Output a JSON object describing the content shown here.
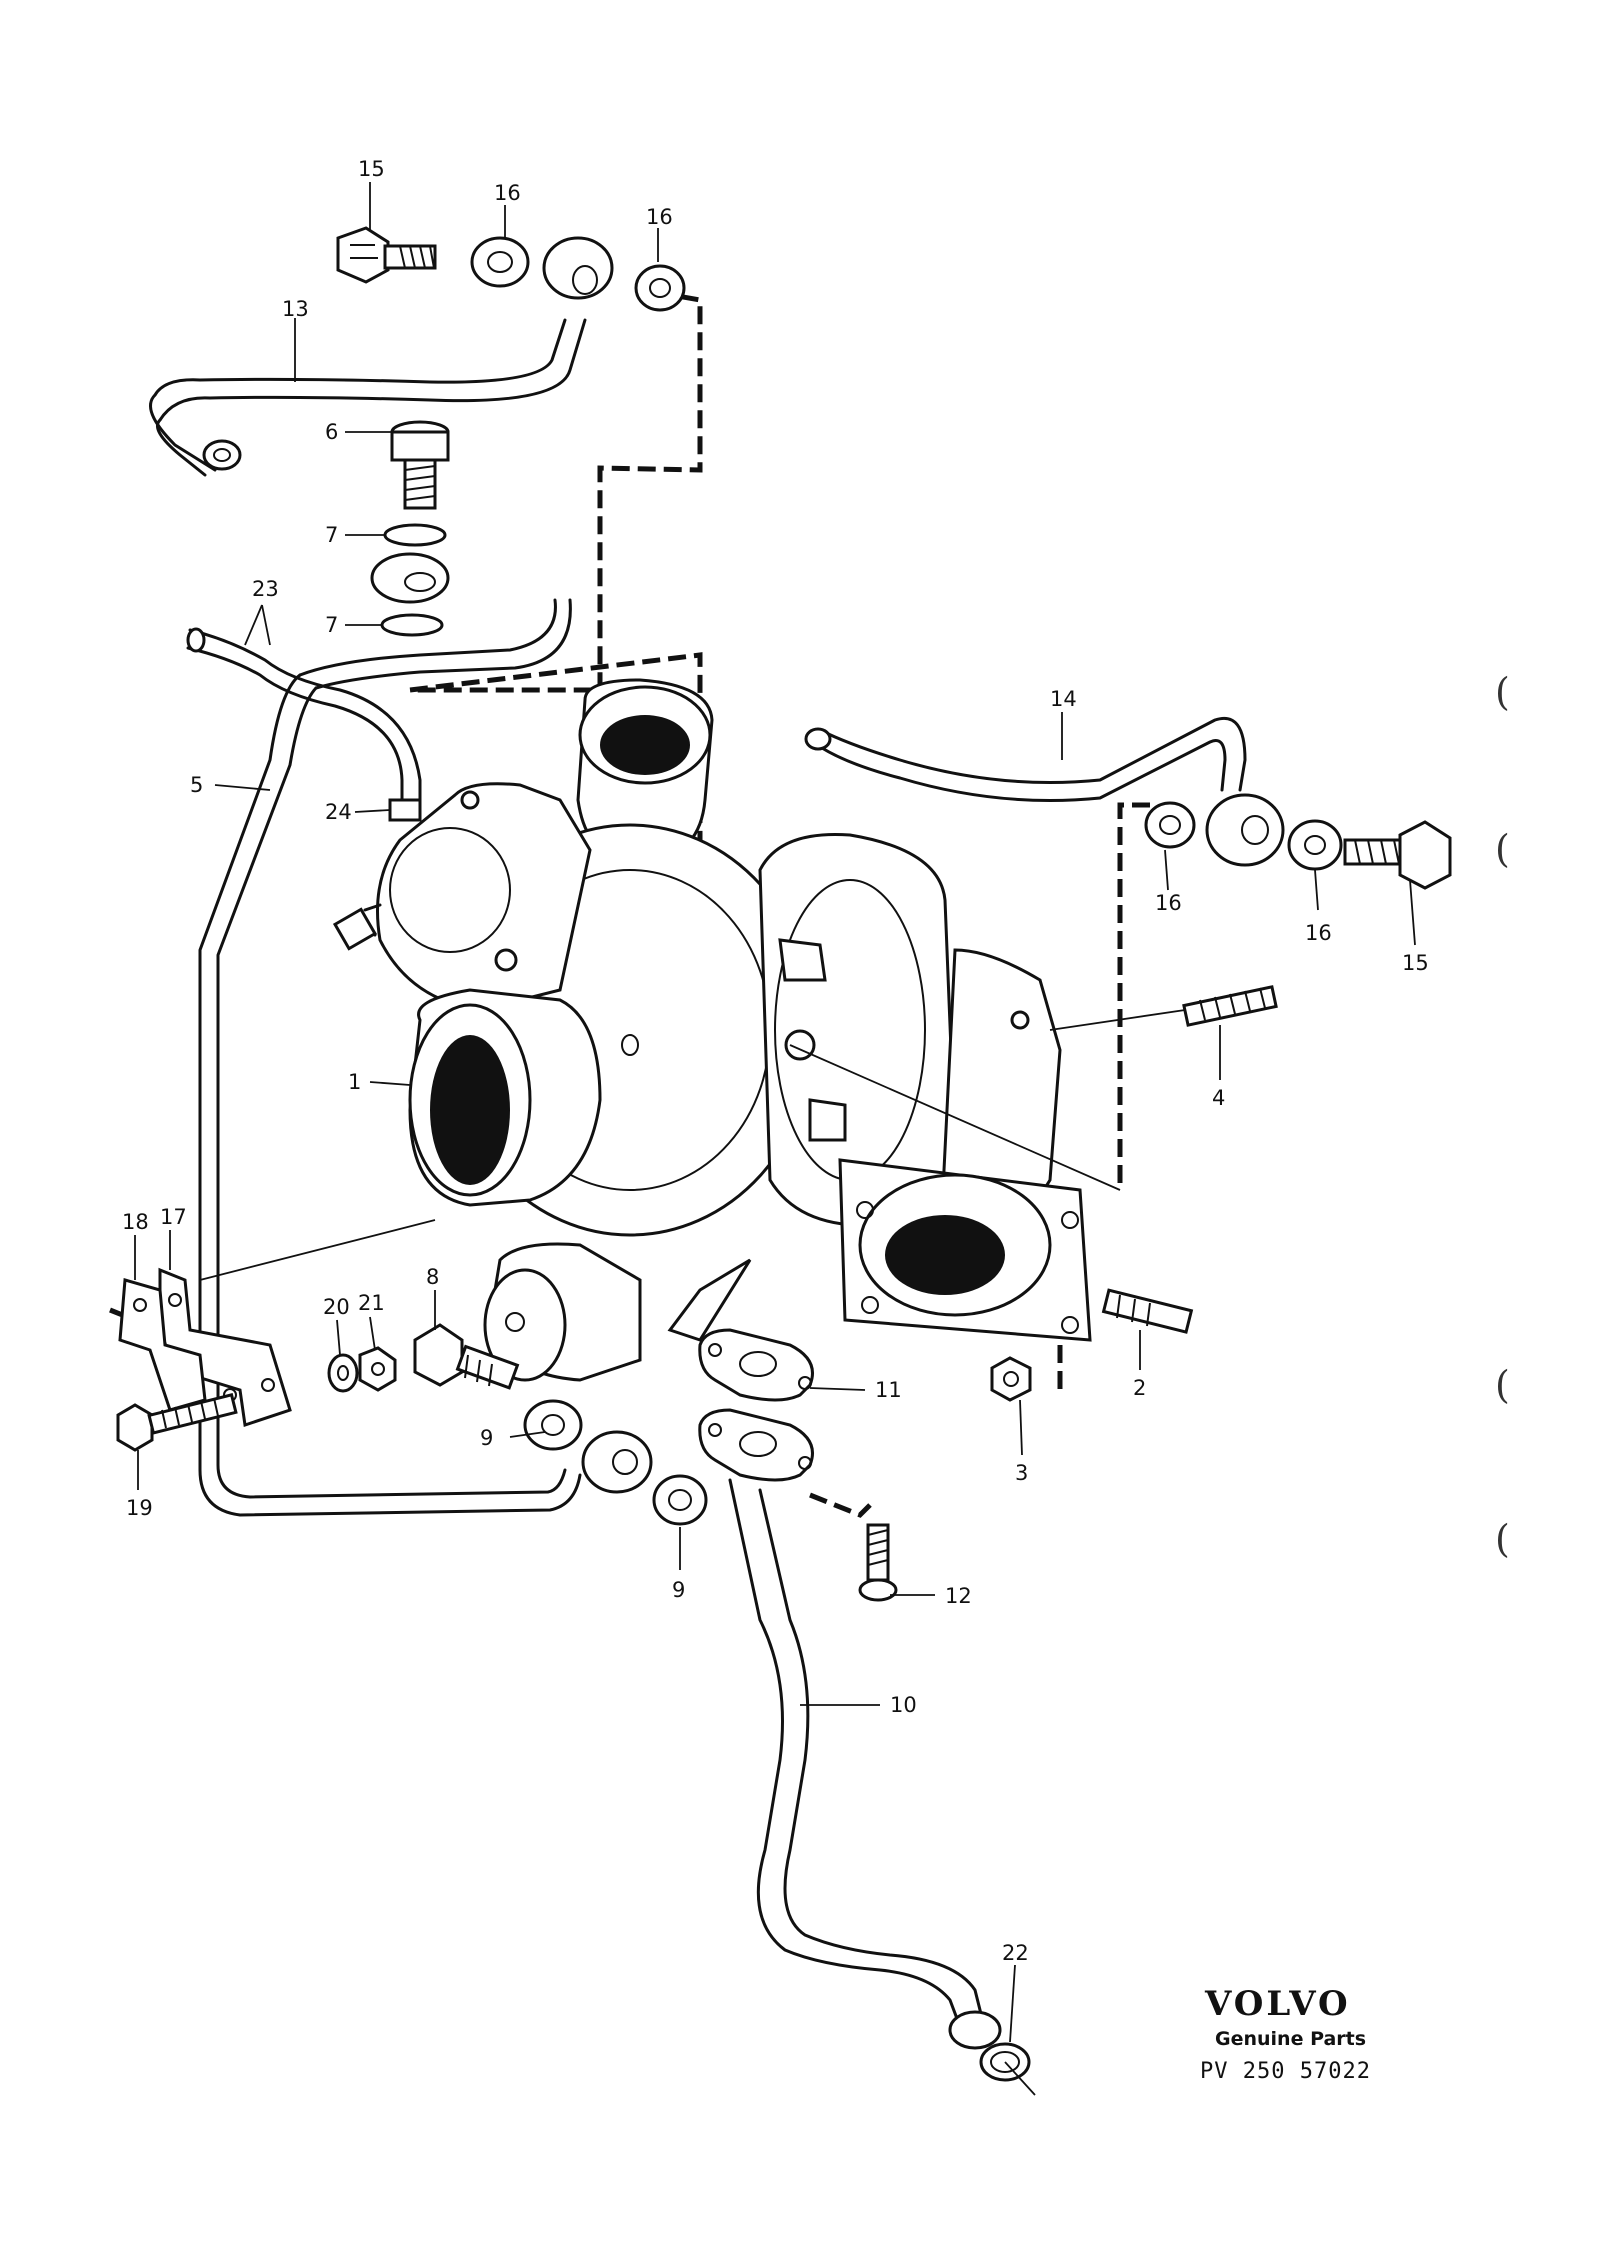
{
  "diagram": {
    "callouts": [
      {
        "id": "c15a",
        "text": "15"
      },
      {
        "id": "c16a",
        "text": "16"
      },
      {
        "id": "c16b",
        "text": "16"
      },
      {
        "id": "c13",
        "text": "13"
      },
      {
        "id": "c6",
        "text": "6"
      },
      {
        "id": "c7a",
        "text": "7"
      },
      {
        "id": "c7b",
        "text": "7"
      },
      {
        "id": "c23",
        "text": "23"
      },
      {
        "id": "c5",
        "text": "5"
      },
      {
        "id": "c24",
        "text": "24"
      },
      {
        "id": "c1",
        "text": "1"
      },
      {
        "id": "c14",
        "text": "14"
      },
      {
        "id": "c16c",
        "text": "16"
      },
      {
        "id": "c16d",
        "text": "16"
      },
      {
        "id": "c15b",
        "text": "15"
      },
      {
        "id": "c4",
        "text": "4"
      },
      {
        "id": "c18",
        "text": "18"
      },
      {
        "id": "c17",
        "text": "17"
      },
      {
        "id": "c8",
        "text": "8"
      },
      {
        "id": "c20",
        "text": "20"
      },
      {
        "id": "c21",
        "text": "21"
      },
      {
        "id": "c2",
        "text": "2"
      },
      {
        "id": "c11",
        "text": "11"
      },
      {
        "id": "c3",
        "text": "3"
      },
      {
        "id": "c19",
        "text": "19"
      },
      {
        "id": "c9a",
        "text": "9"
      },
      {
        "id": "c9b",
        "text": "9"
      },
      {
        "id": "c12",
        "text": "12"
      },
      {
        "id": "c10",
        "text": "10"
      },
      {
        "id": "c22",
        "text": "22"
      }
    ],
    "margin_marks": [
      "(",
      "(",
      "(",
      "("
    ]
  },
  "branding": {
    "logo": "VOLVO",
    "subtitle": "Genuine Parts",
    "code": "PV 250  57022"
  }
}
